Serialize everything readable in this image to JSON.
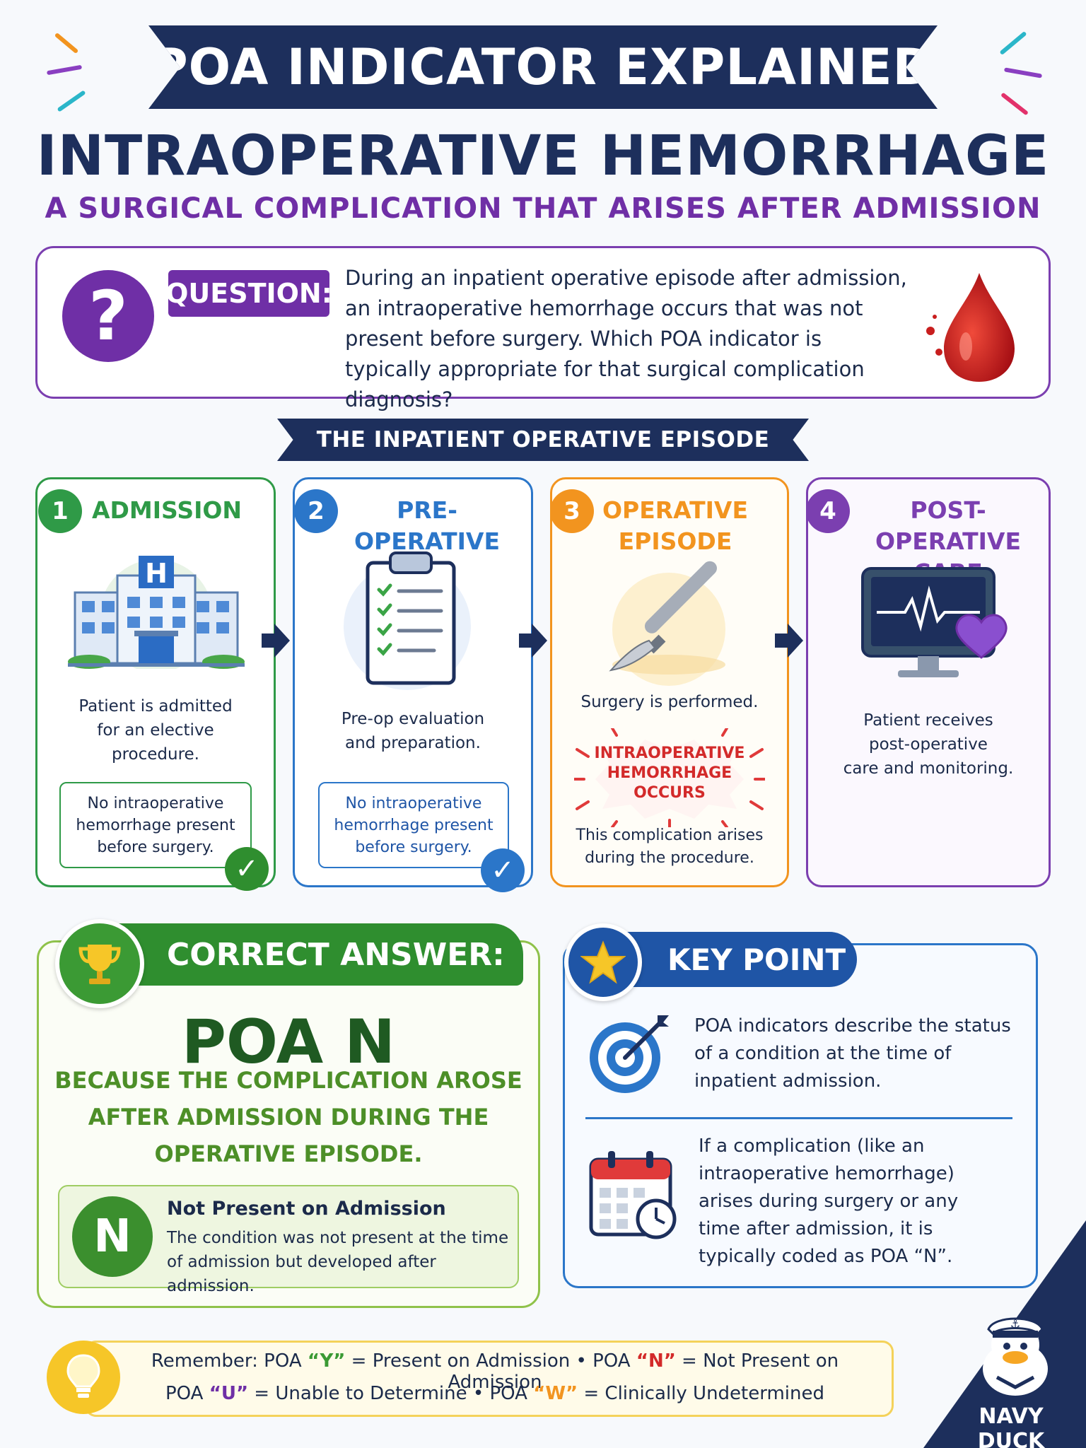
{
  "header": {
    "banner": "POA INDICATOR EXPLAINED",
    "title": "INTRAOPERATIVE HEMORRHAGE",
    "subtitle": "A SURGICAL COMPLICATION THAT ARISES AFTER ADMISSION"
  },
  "question": {
    "label": "QUESTION:",
    "lines": [
      "During an inpatient operative episode after admission,",
      "an intraoperative hemorrhage occurs that was not",
      "present before surgery. Which POA indicator is",
      "typically appropriate for that surgical complication diagnosis?"
    ]
  },
  "episode": {
    "banner": "THE INPATIENT OPERATIVE EPISODE",
    "steps": [
      {
        "num": "1",
        "title": "ADMISSION",
        "text": [
          "Patient is admitted",
          "for an elective",
          "procedure."
        ],
        "note": [
          "No intraoperative",
          "hemorrhage present",
          "before surgery."
        ],
        "color": "#2f9a47",
        "hospital_sign": "H"
      },
      {
        "num": "2",
        "title": "PRE-OPERATIVE",
        "text": [
          "Pre-op evaluation",
          "and preparation."
        ],
        "note": [
          "No intraoperative",
          "hemorrhage present",
          "before surgery."
        ],
        "color": "#2b76c9"
      },
      {
        "num": "3",
        "title_lines": [
          "OPERATIVE",
          "EPISODE"
        ],
        "text": [
          "Surgery is performed."
        ],
        "alert": [
          "INTRAOPERATIVE",
          "HEMORRHAGE",
          "OCCURS"
        ],
        "after": [
          "This complication arises",
          "during the procedure."
        ],
        "color": "#f2941f"
      },
      {
        "num": "4",
        "title_lines": [
          "POST-OPERATIVE",
          "CARE"
        ],
        "text": [
          "Patient receives",
          "post-operative",
          "care and monitoring."
        ],
        "color": "#7b3fb0"
      }
    ]
  },
  "answer": {
    "heading": "CORRECT ANSWER:",
    "value": "POA N",
    "because": [
      "BECAUSE THE COMPLICATION AROSE",
      "AFTER ADMISSION DURING THE",
      "OPERATIVE EPISODE."
    ],
    "badge": "N",
    "badge_title": "Not Present on Admission",
    "badge_text": [
      "The condition was not present at the time",
      "of admission but developed after admission."
    ]
  },
  "key_point": {
    "heading": "KEY POINT",
    "point1": [
      "POA indicators describe the status",
      "of a condition at the time of",
      "inpatient admission."
    ],
    "point2": [
      "If a complication (like an",
      "intraoperative hemorrhage)",
      "arises during surgery or any",
      "time after admission, it is",
      "typically coded as POA “N”."
    ]
  },
  "remember": {
    "line1": {
      "prefix": "Remember: POA ",
      "y": "“Y”",
      "y_text": " = Present on Admission  •  POA ",
      "n": "“N”",
      "n_text": " = Not Present on Admission"
    },
    "line2": {
      "prefix": "POA ",
      "u": "“U”",
      "u_text": " = Unable to Determine  •  POA ",
      "w": "“W”",
      "w_text": " = Clinically Undetermined"
    }
  },
  "brand": "NAVY DUCK",
  "colors": {
    "navy": "#1d2f5c",
    "purple": "#6f2fa6",
    "green": "#2f9a47",
    "blue": "#2b76c9",
    "orange": "#f2941f",
    "red": "#d32a2a",
    "yellow": "#f6c628"
  },
  "icons": [
    "question-icon",
    "blood-drop-icon",
    "hospital-icon",
    "clipboard-icon",
    "scalpel-icon",
    "monitor-heart-icon",
    "trophy-icon",
    "star-icon",
    "target-icon",
    "calendar-clock-icon",
    "lightbulb-icon",
    "duck-mascot-icon"
  ]
}
